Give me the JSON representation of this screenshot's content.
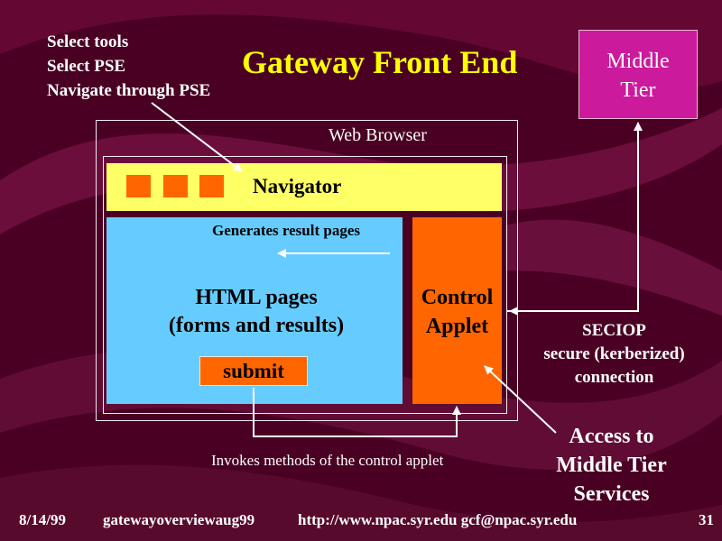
{
  "slide": {
    "top_notes": [
      "Select tools",
      "Select PSE",
      "Navigate through PSE"
    ],
    "title": "Gateway Front End",
    "middle_tier": {
      "line1": "Middle",
      "line2": "Tier"
    },
    "browser": {
      "label": "Web Browser",
      "navigator_label": "Navigator",
      "generates_label": "Generates result pages",
      "html_line1": "HTML pages",
      "html_line2": "(forms and results)",
      "submit_label": "submit",
      "applet_line1": "Control",
      "applet_line2": "Applet"
    },
    "seciop": {
      "line1": "SECIOP",
      "line2": "secure (kerberized)",
      "line3": "connection"
    },
    "access": {
      "line1": "Access to",
      "line2": "Middle Tier",
      "line3": "Services"
    },
    "invokes_label": "Invokes methods of the control applet",
    "footer": {
      "date": "8/14/99",
      "filename": "gatewayoverviewaug99",
      "url_email": "http://www.npac.syr.edu gcf@npac.syr.edu",
      "page_number": "31"
    }
  },
  "colors": {
    "background": "#4a0022",
    "title": "#ffff00",
    "middle_tier": "#cc1a9c",
    "navigator": "#ffff66",
    "html_area": "#66ccff",
    "applet": "#ff6600"
  }
}
